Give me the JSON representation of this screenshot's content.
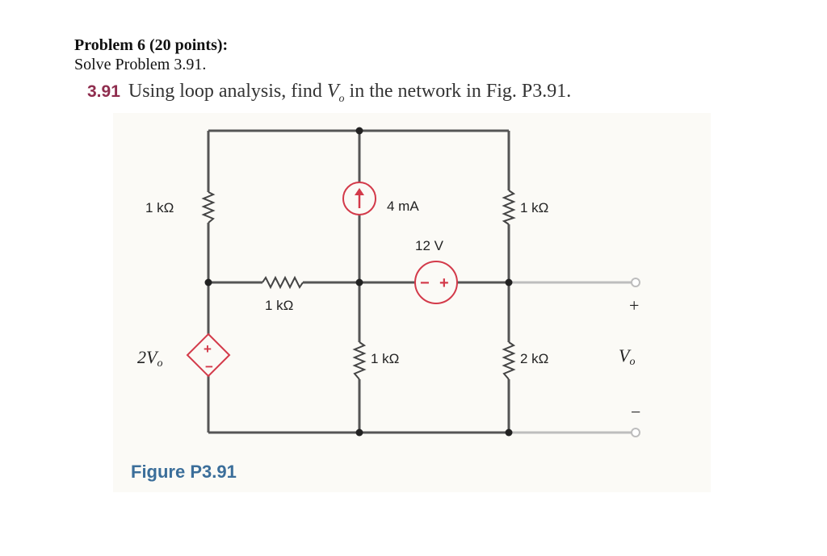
{
  "problem": {
    "title": "Problem 6 (20 points):",
    "subtitle": "Solve Problem 3.91."
  },
  "question": {
    "number": "3.91",
    "text_before": "Using loop analysis, find ",
    "variable": "V",
    "subscript": "o",
    "text_after": " in the network in Fig. P3.91."
  },
  "circuit": {
    "r_top_left": "1 kΩ",
    "r_middle_horizontal": "1 kΩ",
    "r_center_bottom": "1 kΩ",
    "r_top_right": "1 kΩ",
    "r_bottom_right": "2 kΩ",
    "current_source": "4 mA",
    "voltage_source": "12 V",
    "dependent_source_label": "2V",
    "dependent_source_sub": "o",
    "output_plus": "+",
    "output_minus": "−",
    "output_label": "V",
    "output_sub": "o"
  },
  "figure_caption": "Figure P3.91",
  "colors": {
    "question_number": "#8f2d4e",
    "source": "#d33a4a",
    "caption": "#3b6e9a"
  }
}
